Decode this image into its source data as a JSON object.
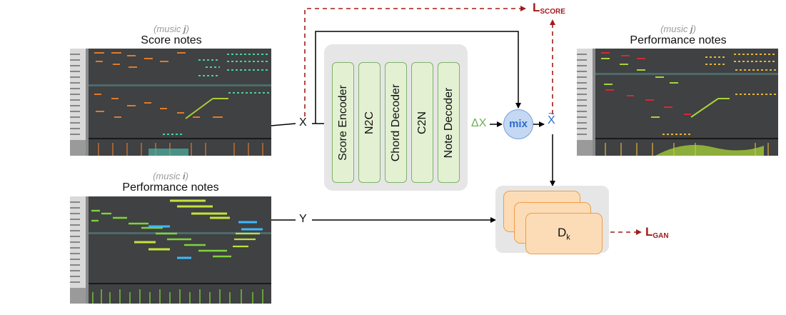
{
  "panels": {
    "score_j": {
      "subtitle_prefix": "(music ",
      "subtitle_var": "j",
      "subtitle_suffix": ")",
      "title": "Score notes"
    },
    "perf_j": {
      "subtitle_prefix": "(music ",
      "subtitle_var": "j",
      "subtitle_suffix": ")",
      "title": "Performance notes"
    },
    "perf_i": {
      "subtitle_prefix": "(music ",
      "subtitle_var": "i",
      "subtitle_suffix": ")",
      "title": "Performance notes"
    }
  },
  "generator": {
    "modules": [
      "Score Encoder",
      "N2C",
      "Chord Decoder",
      "C2N",
      "Note Decoder"
    ]
  },
  "symbols": {
    "x": "X",
    "y": "Y",
    "delta_x": "ΔX",
    "mix": "mix",
    "x_tilde": "X",
    "x_tilde_mark": "~",
    "disc": "D",
    "disc_sub": "k"
  },
  "losses": {
    "score": {
      "base": "L",
      "sub": "SCORE"
    },
    "gan": {
      "base": "L",
      "sub": "GAN"
    }
  },
  "colors": {
    "score_arrow": "#a31a1a",
    "generator_green": "#6fae53",
    "mix_blue": "#2e6bd0",
    "disc_orange": "#ee9d48"
  }
}
